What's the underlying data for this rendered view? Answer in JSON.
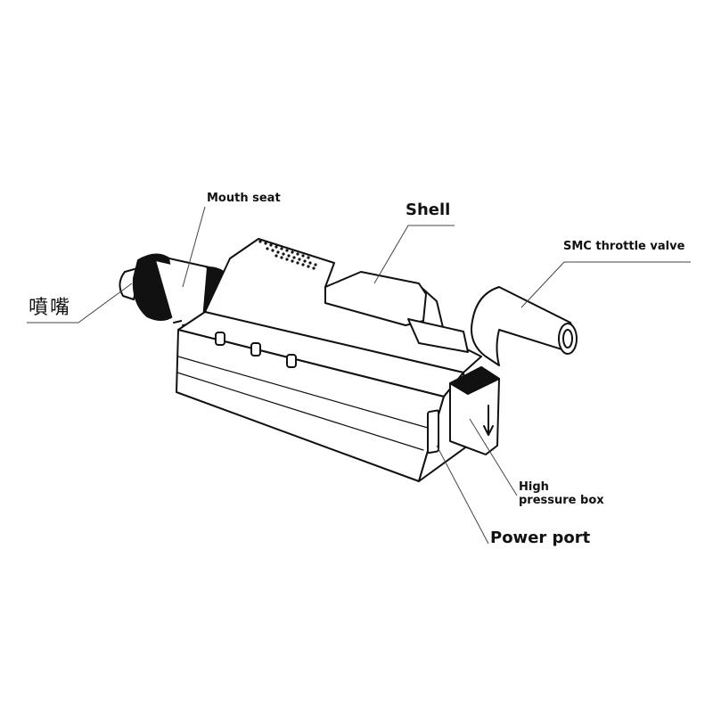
{
  "diagram": {
    "subject": "Ionizing air nozzle device (exploded labeled illustration)",
    "style": "black line art on white background",
    "labels": [
      {
        "id": "mouth_seat",
        "text": "Mouth seat"
      },
      {
        "id": "shell",
        "text": "Shell"
      },
      {
        "id": "smc_throttle_valve",
        "text": "SMC throttle valve"
      },
      {
        "id": "nozzle",
        "text": "噴嘴"
      },
      {
        "id": "high_pressure_box_line1",
        "text": "High"
      },
      {
        "id": "high_pressure_box_line2",
        "text": "pressure box"
      },
      {
        "id": "power_port",
        "text": "Power port"
      }
    ],
    "indicator_lights": 3,
    "colors": {
      "line": "#111111",
      "background": "#ffffff",
      "leader": "#444444"
    }
  }
}
